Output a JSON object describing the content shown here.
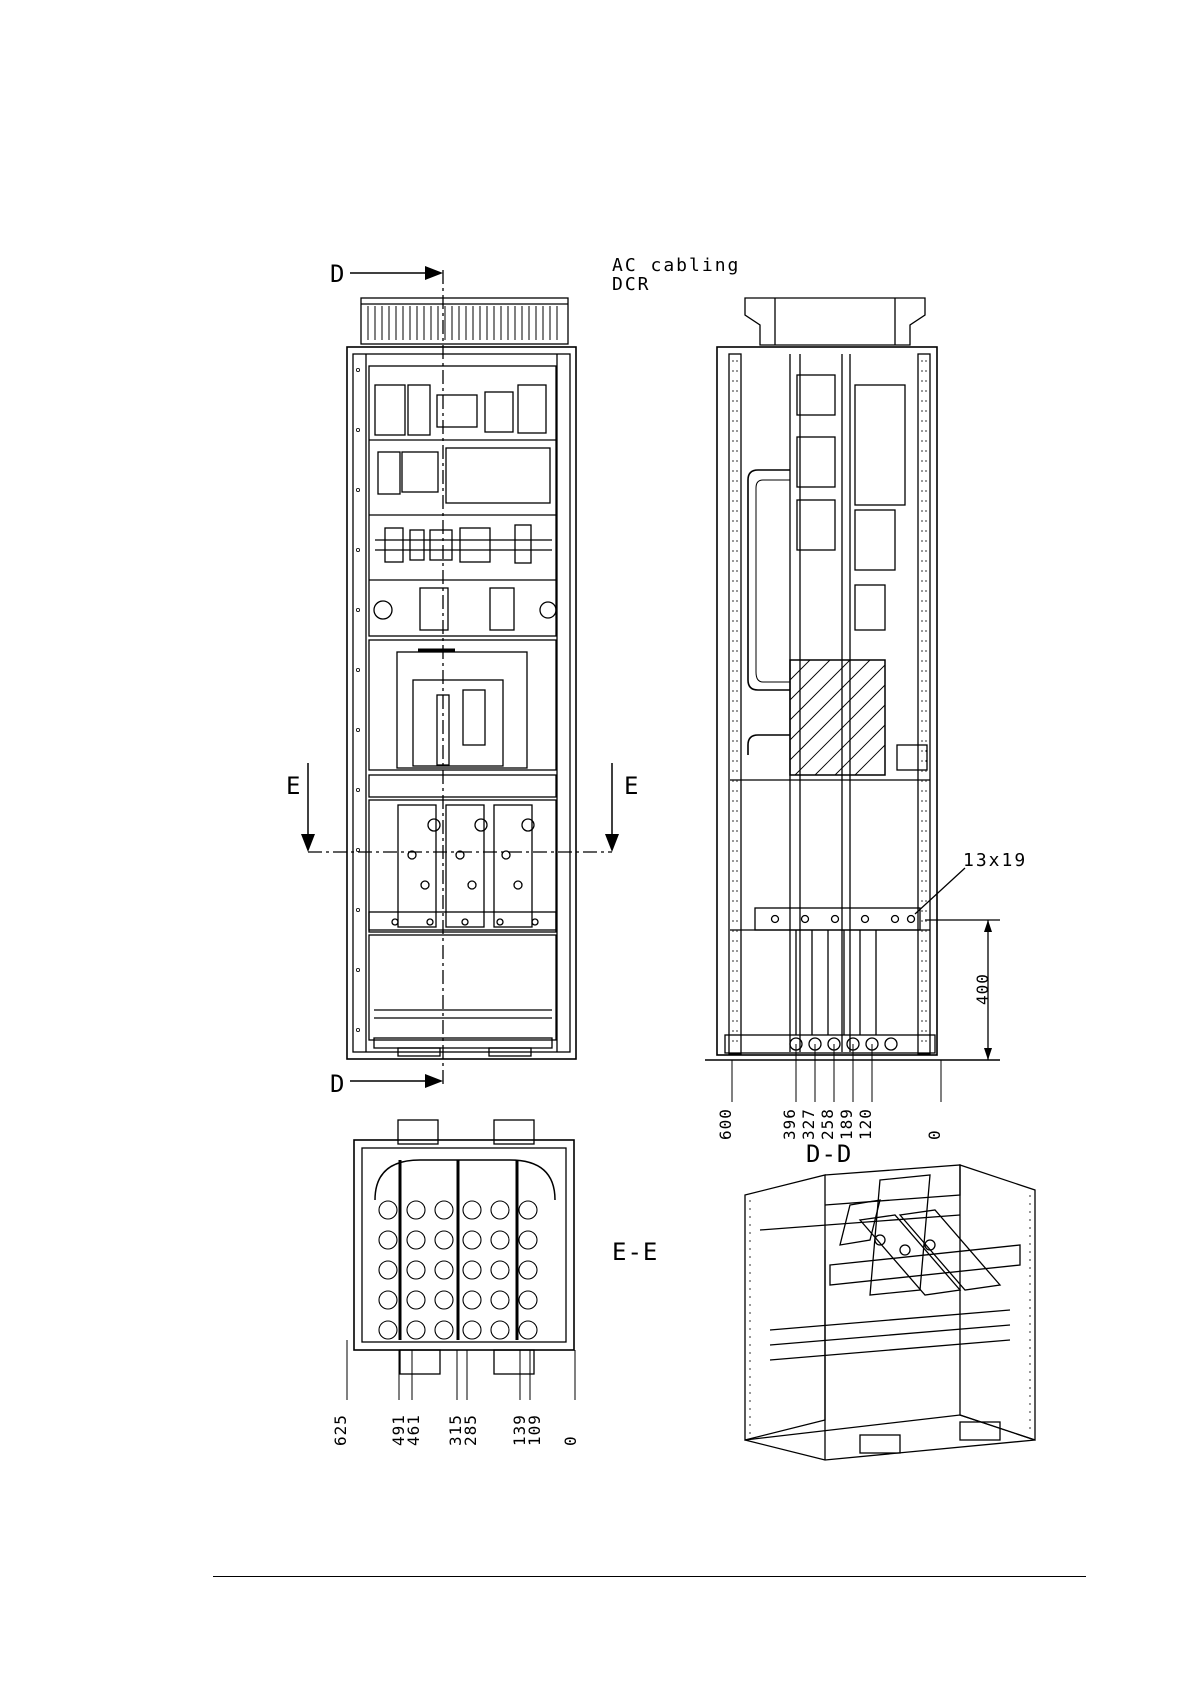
{
  "section_labels": {
    "d_top": "D",
    "d_bottom": "D",
    "e_left": "E",
    "e_right": "E",
    "section_ee": "E-E",
    "section_dd": "D-D"
  },
  "notes": {
    "line1": "AC cabling",
    "line2": "DCR"
  },
  "dimensions": {
    "hole": "13x19",
    "height": "400",
    "side_view": [
      "600",
      "396",
      "327",
      "258",
      "189",
      "120",
      "0"
    ],
    "ee_view": [
      "625",
      "491",
      "461",
      "315",
      "285",
      "139",
      "109",
      "0"
    ]
  }
}
